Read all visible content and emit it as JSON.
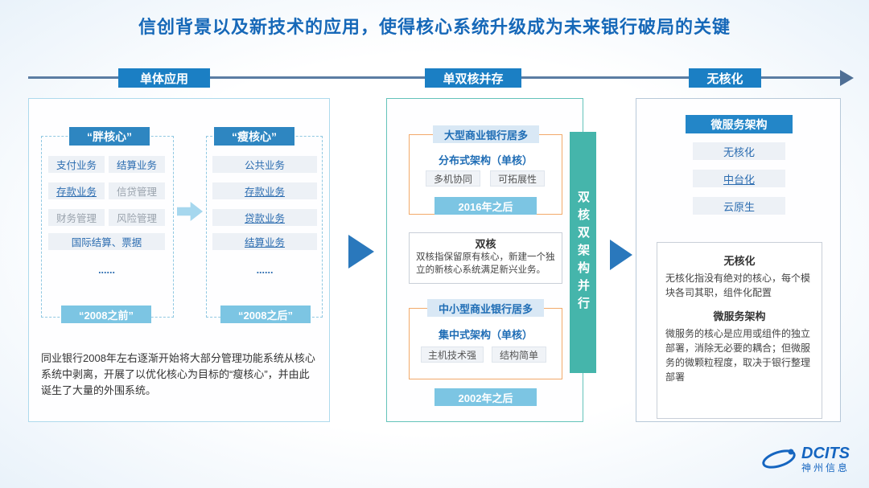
{
  "title": "信创背景以及新技术的应用，使得核心系统升级成为未来银行破局的关键",
  "timeline": {
    "stages": [
      "单体应用",
      "单双核并存",
      "无核化"
    ]
  },
  "stage1": {
    "fat_core": {
      "title": "“胖核心”",
      "items": [
        "支付业务",
        "结算业务",
        "存款业务",
        "信贷管理",
        "财务管理",
        "风险管理",
        "国际结算、票据"
      ],
      "ellipsis": "......",
      "period": "“2008之前”"
    },
    "thin_core": {
      "title": "“瘦核心”",
      "items": [
        "公共业务",
        "存款业务",
        "贷款业务",
        "结算业务"
      ],
      "ellipsis": "......",
      "period": "“2008之后”"
    },
    "note": "同业银行2008年左右逐渐开始将大部分管理功能系统从核心系统中剥离，开展了以优化核心为目标的“瘦核心”，并由此诞生了大量的外围系统。"
  },
  "stage2": {
    "large_banks": {
      "header": "大型商业银行居多",
      "architecture": "分布式架构（单核）",
      "features": [
        "多机协同",
        "可拓展性"
      ],
      "period": "2016年之后"
    },
    "dual_core": {
      "title": "双核",
      "description": "双核指保留原有核心，新建一个独立的新核心系统满足新兴业务。"
    },
    "small_banks": {
      "header": "中小型商业银行居多",
      "architecture": "集中式架构（单核）",
      "features": [
        "主机技术强",
        "结构简单"
      ],
      "period": "2002年之后"
    },
    "side_banner": "双核双架构并行"
  },
  "stage3": {
    "header": "微服务架构",
    "items": [
      "无核化",
      "中台化",
      "云原生"
    ],
    "coreless": {
      "title": "无核化",
      "description": "无核化指没有绝对的核心，每个模块各司其职，组件化配置"
    },
    "microservice": {
      "title": "微服务架构",
      "description": "微服务的核心是应用或组件的独立部署，消除无必要的耦合；但微服务的微颗粒程度，取决于银行整理部署"
    }
  },
  "logo": {
    "brand": "DCITS",
    "company": "神州信息"
  },
  "colors": {
    "title_blue": "#1668b8",
    "stage_banner_blue": "#1b7fc4",
    "light_blue_banner": "#7cc5e3",
    "teal": "#45b5ab",
    "orange_border": "#f2a96a"
  }
}
